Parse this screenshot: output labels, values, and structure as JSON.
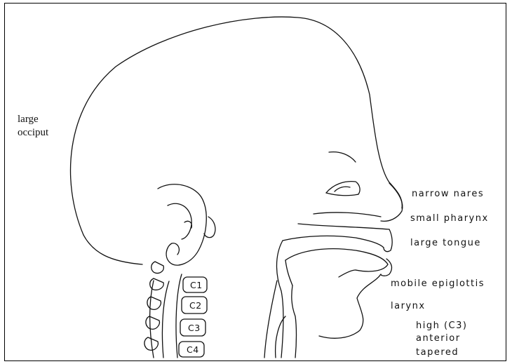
{
  "labels": {
    "occiput_line1": "large",
    "occiput_line2": "occiput",
    "nares": "narrow nares",
    "pharynx": "small pharynx",
    "tongue": "large tongue",
    "epiglottis": "mobile epiglottis",
    "larynx": "larynx",
    "larynx_high": "high (C3)",
    "larynx_anterior": "anterior",
    "larynx_tapered": "tapered"
  },
  "vertebrae": [
    "C1",
    "C2",
    "C3",
    "C4"
  ],
  "colors": {
    "ink": "#111111",
    "background": "#ffffff",
    "border": "#000000"
  }
}
